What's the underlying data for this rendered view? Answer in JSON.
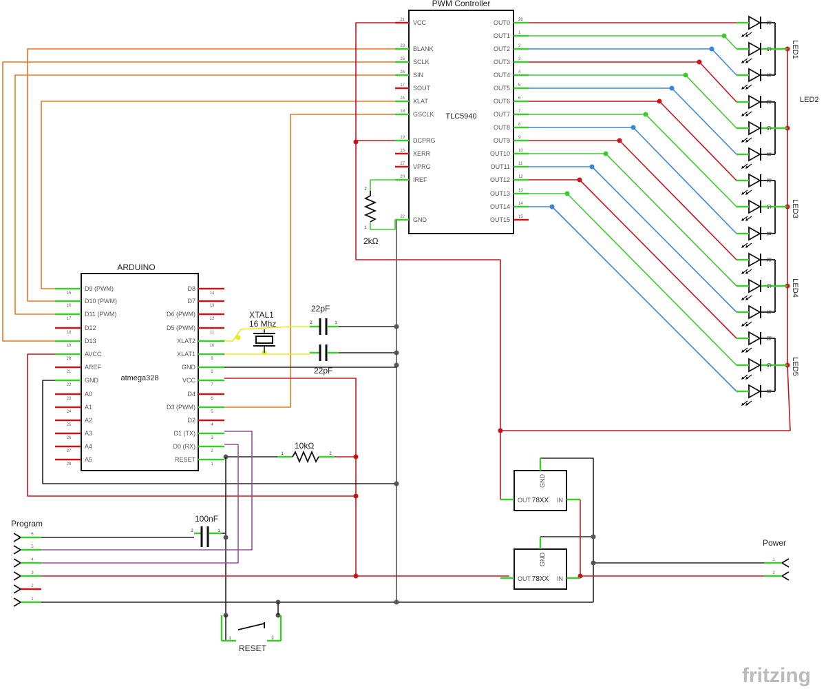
{
  "colors": {
    "red": "#c8151b",
    "green": "#3ec92f",
    "blue": "#3b86d6",
    "orange": "#e87622",
    "yellow": "#e8e81e",
    "purple": "#9c4c9c",
    "black": "#222222",
    "gray": "#555555"
  },
  "tlc": {
    "title": "PWM Controller",
    "name": "TLC5940",
    "left_pins": [
      {
        "label": "VCC",
        "num": "21"
      },
      {
        "label": "BLANK",
        "num": "23"
      },
      {
        "label": "SCLK",
        "num": "25"
      },
      {
        "label": "SIN",
        "num": "26"
      },
      {
        "label": "SOUT",
        "num": "17"
      },
      {
        "label": "XLAT",
        "num": "24"
      },
      {
        "label": "GSCLK",
        "num": "18"
      },
      {
        "label": "DCPRG",
        "num": "19"
      },
      {
        "label": "XERR",
        "num": "16"
      },
      {
        "label": "VPRG",
        "num": "27"
      },
      {
        "label": "IREF",
        "num": "20"
      },
      {
        "label": "GND",
        "num": "22"
      }
    ],
    "right_pins": [
      {
        "label": "OUT0",
        "num": "28"
      },
      {
        "label": "OUT1",
        "num": "1"
      },
      {
        "label": "OUT2",
        "num": "2"
      },
      {
        "label": "OUT3",
        "num": "3"
      },
      {
        "label": "OUT4",
        "num": "4"
      },
      {
        "label": "OUT5",
        "num": "5"
      },
      {
        "label": "OUT6",
        "num": "6"
      },
      {
        "label": "OUT7",
        "num": "7"
      },
      {
        "label": "OUT8",
        "num": "8"
      },
      {
        "label": "OUT9",
        "num": "9"
      },
      {
        "label": "OUT10",
        "num": "10"
      },
      {
        "label": "OUT11",
        "num": "11"
      },
      {
        "label": "OUT12",
        "num": "12"
      },
      {
        "label": "OUT13",
        "num": "13"
      },
      {
        "label": "OUT14",
        "num": "14"
      },
      {
        "label": "OUT15",
        "num": "15"
      }
    ]
  },
  "arduino": {
    "title": "ARDUINO",
    "name": "atmega328",
    "left_pins": [
      {
        "label": "D9 (PWM)",
        "num": "15"
      },
      {
        "label": "D10 (PWM)",
        "num": "16"
      },
      {
        "label": "D11 (PWM)",
        "num": "17"
      },
      {
        "label": "D12",
        "num": "18"
      },
      {
        "label": "D13",
        "num": "19"
      },
      {
        "label": "AVCC",
        "num": "20"
      },
      {
        "label": "AREF",
        "num": "21"
      },
      {
        "label": "GND",
        "num": "22"
      },
      {
        "label": "A0",
        "num": "23"
      },
      {
        "label": "A1",
        "num": "24"
      },
      {
        "label": "A2",
        "num": "25"
      },
      {
        "label": "A3",
        "num": "26"
      },
      {
        "label": "A4",
        "num": "27"
      },
      {
        "label": "A5",
        "num": "28"
      }
    ],
    "right_pins": [
      {
        "label": "D8",
        "num": "14"
      },
      {
        "label": "D7",
        "num": "13"
      },
      {
        "label": "D6 (PWM)",
        "num": "12"
      },
      {
        "label": "D5 (PWM)",
        "num": "11"
      },
      {
        "label": "XLAT2",
        "num": "10"
      },
      {
        "label": "XLAT1",
        "num": "9"
      },
      {
        "label": "GND",
        "num": "8"
      },
      {
        "label": "VCC",
        "num": "7"
      },
      {
        "label": "D4",
        "num": "6"
      },
      {
        "label": "D3 (PWM)",
        "num": "5"
      },
      {
        "label": "D2",
        "num": "4"
      },
      {
        "label": "D1 (TX)",
        "num": "3"
      },
      {
        "label": "D0 (RX)",
        "num": "2"
      },
      {
        "label": "RESET",
        "num": "1"
      }
    ]
  },
  "leds": {
    "labels": [
      "LED1",
      "LED2",
      "LED3",
      "LED4",
      "LED5"
    ],
    "colors": [
      "R",
      "G",
      "B"
    ]
  },
  "parts": {
    "crystal_name": "XTAL1",
    "crystal_value": "16 Mhz",
    "cap_top": "22pF",
    "cap_bottom": "22pF",
    "iref_res": "2kΩ",
    "reset_res": "10kΩ",
    "prog_cap": "100nF",
    "reset_switch": "RESET",
    "reg_label": "78XX",
    "reg_gnd": "GND",
    "reg_out": "OUT",
    "reg_in": "IN"
  },
  "connectors": {
    "program_title": "Program",
    "program_pins": [
      "6",
      "5",
      "4",
      "3",
      "2",
      "1"
    ],
    "power_title": "Power",
    "power_pins": [
      "1",
      "2"
    ]
  },
  "branding": {
    "logo": "fritzing"
  }
}
